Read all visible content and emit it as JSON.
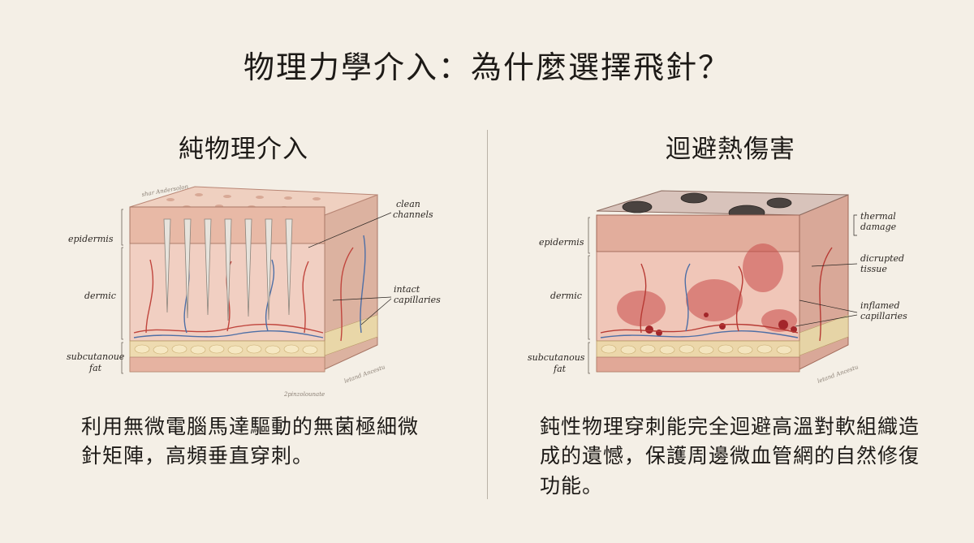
{
  "title": "物理力學介入：為什麼選擇飛針？",
  "left": {
    "heading": "純物理介入",
    "labels": {
      "epidermis": "epidermis",
      "dermis": "dermic",
      "fat_line1": "subcutanoue",
      "fat_line2": "fat",
      "clean1": "clean",
      "clean2": "channels",
      "cap1": "intact",
      "cap2": "capillaries"
    },
    "signatures": [
      "shar Andersolon",
      "2pinzolounate",
      "letand Ancestu"
    ],
    "description": "利用無微電腦馬達驅動的無菌極細微針矩陣，高頻垂直穿刺。"
  },
  "right": {
    "heading": "迴避熱傷害",
    "labels": {
      "epidermis": "epidermis",
      "dermis": "dermic",
      "fat_line1": "subcutanous",
      "fat_line2": "fat",
      "thermal1": "thermal",
      "thermal2": "damage",
      "disrupt1": "dicrupted",
      "disrupt2": "tissue",
      "inflamed1": "inflamed",
      "inflamed2": "capillaries"
    },
    "signatures": [
      "letand Ancestu"
    ],
    "description": "鈍性物理穿刺能完全迴避高溫對軟組織造成的遺憾，保護周邊微血管網的自然修復功能。"
  }
}
